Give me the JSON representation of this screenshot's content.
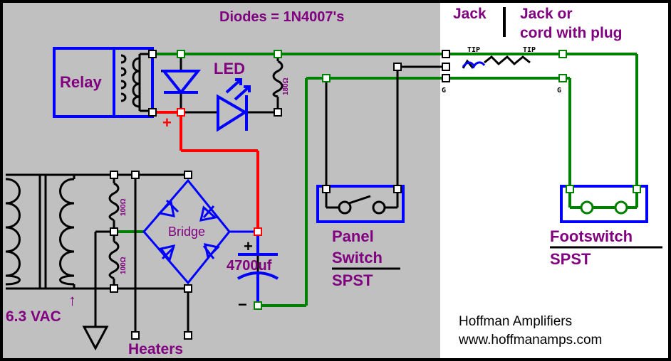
{
  "labels": {
    "diodes_note": "Diodes = 1N4007's",
    "jack": "Jack",
    "jack_or": "Jack or",
    "cord_with_plug": "cord with plug",
    "tip_left": "TIP",
    "tip_right": "TIP",
    "ground_left": "G",
    "ground_right": "G",
    "relay": "Relay",
    "led": "LED",
    "resistor_led": "180Ω",
    "resistor_top": "100Ω",
    "resistor_bottom": "100Ω",
    "bridge": "Bridge",
    "plus_red": "+",
    "plus_cap": "+",
    "minus_cap": "−",
    "capacitor": "4700uf",
    "voltage": "6.3 VAC",
    "arrow_up": "↑",
    "heaters": "Heaters",
    "panel_switch_line1": "Panel",
    "panel_switch_line2": "Switch",
    "panel_switch_type": "SPST",
    "footswitch": "Footswitch",
    "footswitch_type": "SPST",
    "credit_name": "Hoffman Amplifiers",
    "credit_url": "www.hoffmanamps.com"
  },
  "colors": {
    "left_panel": "#C0C0C0",
    "right_panel": "#FFFFFF",
    "wire_green": "#008000",
    "wire_red": "#FF0000",
    "component_blue": "#0000FF",
    "text_purple": "#800080"
  }
}
